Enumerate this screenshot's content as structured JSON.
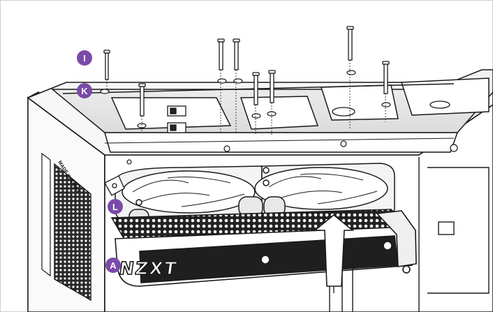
{
  "callouts": [
    {
      "id": "callout-i",
      "label": "I"
    },
    {
      "id": "callout-k",
      "label": "K"
    },
    {
      "id": "callout-l",
      "label": "L"
    },
    {
      "id": "callout-a",
      "label": "A"
    }
  ],
  "radiator_brand": "NZXT",
  "case_side_text": "MADE IN CHINA",
  "colors": {
    "callout_fill": "#7a4aa8",
    "line": "#1a1a1a",
    "background": "#ffffff",
    "panel_shade": "#e6e6e6"
  },
  "icons": [
    "screw-icon",
    "fan-icon",
    "arrow-up-icon",
    "mesh-grille-icon"
  ]
}
